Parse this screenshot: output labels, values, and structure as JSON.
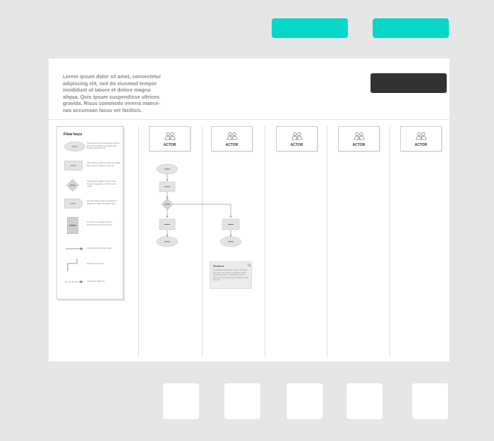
{
  "intro_text": "Lorem ipsum dolor sit amet, consectetur adipiscing elit, sed do eiusmod tempor incididunt ut labore et dolore magna aliqua. Quis ipsum suspendisse ultrices gravida. Risus commodo viverra maece-nas accumsan lacus vel facilisis.",
  "flow_keys": {
    "title": "Flow keys",
    "items": [
      {
        "shape": "ellipse",
        "desc": "Keep process terminal shapes distinct from other shapes so readers can identify start and end."
      },
      {
        "shape": "rectangle",
        "desc": "This shape is used for actions or tasks that a user or system performs."
      },
      {
        "shape": "diamond",
        "desc": "The decision shape is used when there is a question or choice to be made."
      },
      {
        "shape": "tab",
        "desc": "Use this shape when an activity is delayed or waits on another step."
      },
      {
        "shape": "document",
        "desc": "It is used to represent data or information that can be read."
      },
      {
        "shape": "arrow",
        "desc": "Arrow towards the next step"
      },
      {
        "shape": "elbow",
        "desc": "Angular connectors"
      },
      {
        "shape": "dashed",
        "desc": "Connection with text"
      }
    ]
  },
  "actors": [
    "ACTOR",
    "ACTOR",
    "ACTOR",
    "ACTOR",
    "ACTOR"
  ],
  "note": {
    "title": "Shortcut",
    "body": "To quickly duplicate an object, hold down the option key while you drag the object. To quickly create a connector from an object, hover the object and drag from the blue dot."
  },
  "colors": {
    "accent": "#07d7c6",
    "dark_button": "#333333",
    "shape_fill": "#e3e3e3",
    "background": "#e6e6e6"
  },
  "icons": [
    "people-icon",
    "pin-icon"
  ]
}
